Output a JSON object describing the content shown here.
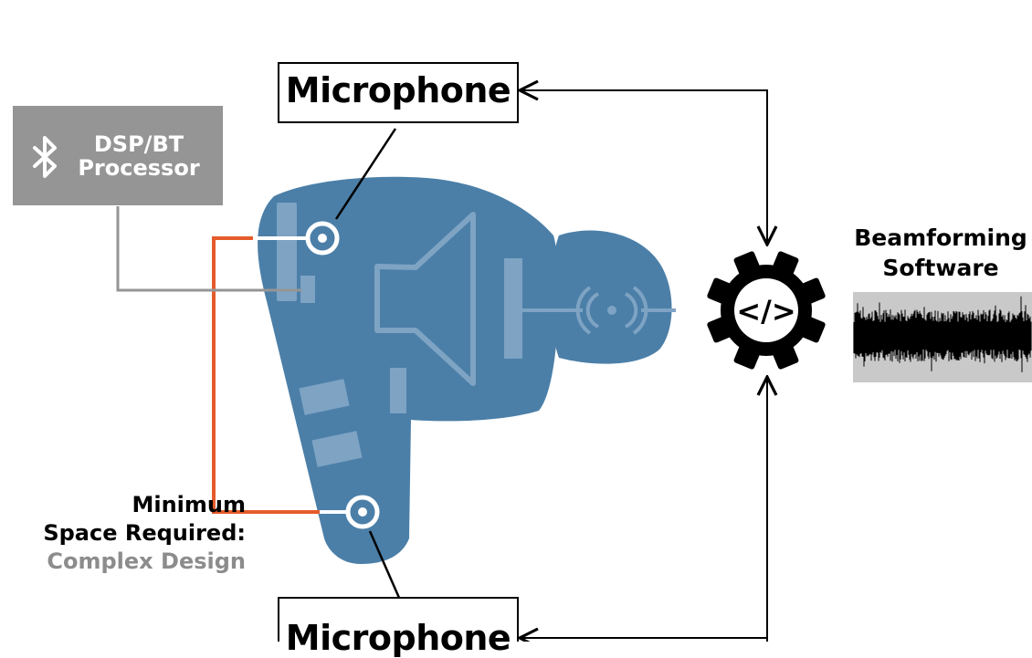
{
  "microphone_top": {
    "label": "Microphone"
  },
  "microphone_bottom": {
    "label": "Microphone"
  },
  "processor": {
    "line1": "DSP/BT",
    "line2": "Processor",
    "icon": "bluetooth-icon"
  },
  "software": {
    "line1": "Beamforming",
    "line2": "Software",
    "icon": "gear-code-icon",
    "code_symbol": "</>"
  },
  "spacing_note": {
    "line1": "Minimum",
    "line2": "Space Required:",
    "line3": "Complex Design"
  },
  "colors": {
    "earbud": "#4b7fa8",
    "earbud_detail": "#7ea3c3",
    "processor_box": "#959595",
    "spacing_bracket": "#e55b2b",
    "complex_design_text": "#8c8c8c",
    "waveform_bg": "#c9c9c9"
  }
}
